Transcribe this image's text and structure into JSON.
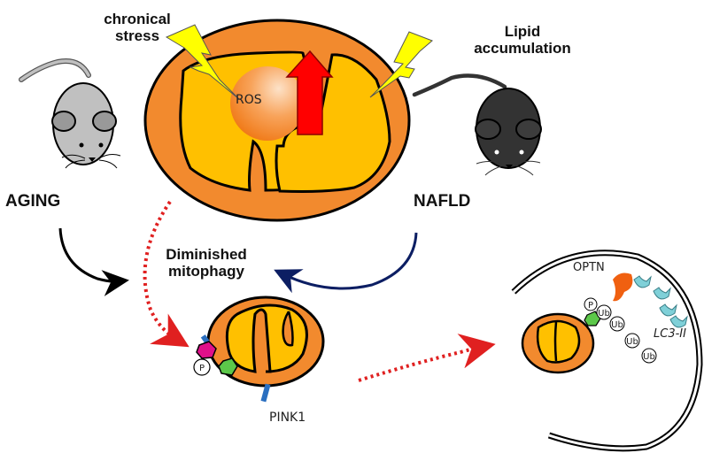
{
  "labels": {
    "chronical_stress": "chronical\nstress",
    "chronical": "chronical",
    "stress": "stress",
    "lipid": "Lipid",
    "accumulation": "accumulation",
    "aging": "AGING",
    "nafld": "NAFLD",
    "diminished": "Diminished",
    "mitophagy": "mitophagy",
    "ros": "ROS",
    "pink1": "PINK1",
    "optn": "OPTN",
    "lc3": "LC3-II",
    "p": "P",
    "ub": "Ub"
  },
  "colors": {
    "mito_outer": "#f28a2e",
    "mito_inner": "#ffc000",
    "lightning": "#ffff00",
    "ros_arrow": "#ff0000",
    "aging_mouse": "#c0c0c0",
    "nafld_mouse": "#333333",
    "aging_arrow": "#000000",
    "nafld_arrow": "#0c1e63",
    "dotted_arrow": "#e02020",
    "parkin": "#e0108a",
    "ubiquitin_anchor": "#5cc84a",
    "pink1": "#2a6fc0",
    "optn": "#f06010",
    "lc3": "#7fd0d8"
  }
}
